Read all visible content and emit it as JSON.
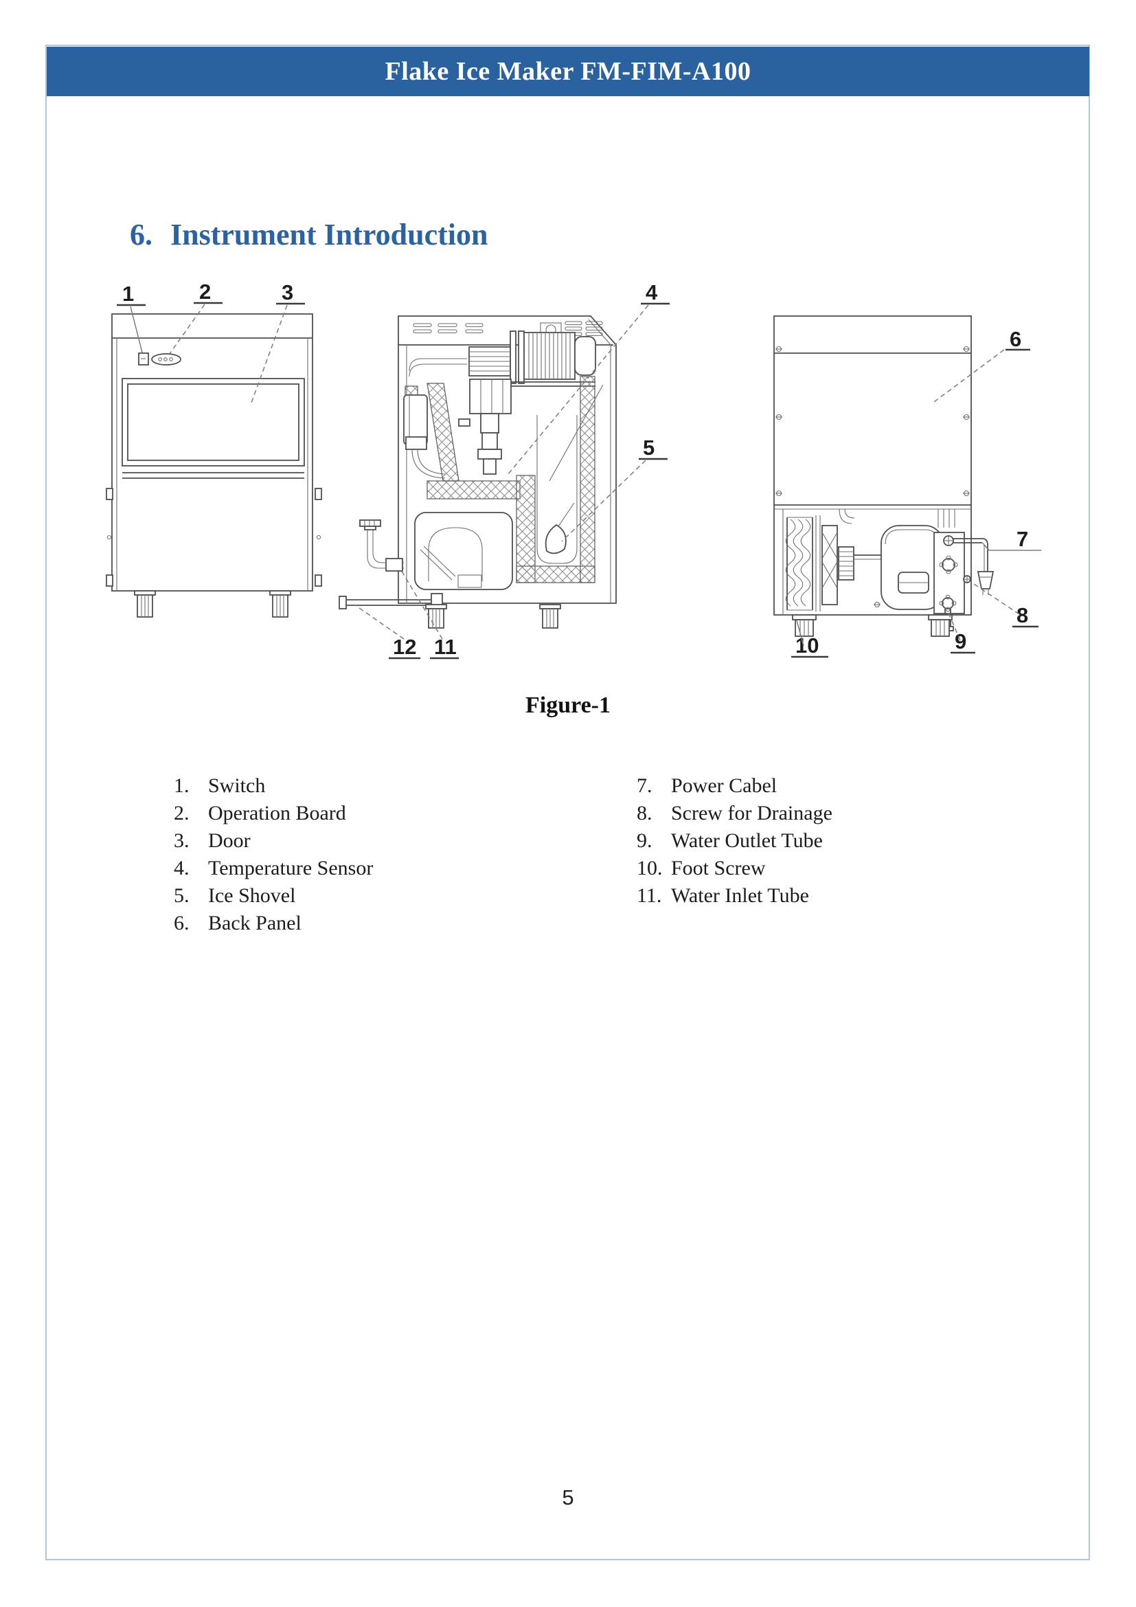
{
  "header": {
    "title": "Flake Ice Maker FM-FIM-A100"
  },
  "section": {
    "number": "6.",
    "title": "Instrument Introduction"
  },
  "figure": {
    "caption": "Figure-1",
    "callouts": [
      "1",
      "2",
      "3",
      "4",
      "5",
      "6",
      "7",
      "8",
      "9",
      "10",
      "11",
      "12"
    ]
  },
  "parts_list": {
    "left": [
      {
        "num": "1.",
        "label": "Switch"
      },
      {
        "num": "2.",
        "label": "Operation Board"
      },
      {
        "num": "3.",
        "label": "Door"
      },
      {
        "num": "4.",
        "label": "Temperature Sensor"
      },
      {
        "num": "5.",
        "label": "Ice Shovel"
      },
      {
        "num": "6.",
        "label": "Back Panel"
      }
    ],
    "right": [
      {
        "num": "7.",
        "label": "Power Cabel"
      },
      {
        "num": "8.",
        "label": "Screw for Drainage"
      },
      {
        "num": "9.",
        "label": "Water Outlet Tube"
      },
      {
        "num": "10.",
        "label": "Foot Screw"
      },
      {
        "num": "11.",
        "label": "Water Inlet Tube"
      }
    ]
  },
  "footer": {
    "page_number": "5"
  },
  "colors": {
    "header_bg": "#2a62a0",
    "heading_text": "#2b62a4",
    "page_border": "#afc6dd",
    "line_art": "#4f4f4f",
    "leader_line": "#7b7b7b",
    "callout_text": "#1d1d1d"
  }
}
